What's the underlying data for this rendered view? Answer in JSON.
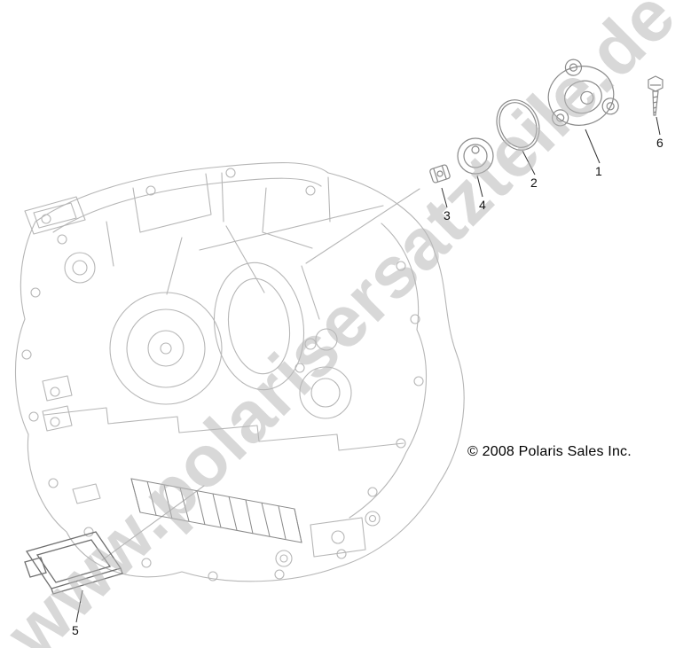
{
  "watermark": {
    "text": "www.polarisersatzteile.de",
    "color": "#b9b9b9"
  },
  "copyright": {
    "text": "© 2008 Polaris Sales Inc."
  },
  "diagram": {
    "part_labels": [
      "1",
      "2",
      "3",
      "4",
      "5",
      "6"
    ],
    "colors": {
      "line_art": "#b6b6b6",
      "part_line": "#8a8a8a",
      "dark_part": "#6f6f6f",
      "leader": "#333333",
      "label": "#111111"
    }
  }
}
